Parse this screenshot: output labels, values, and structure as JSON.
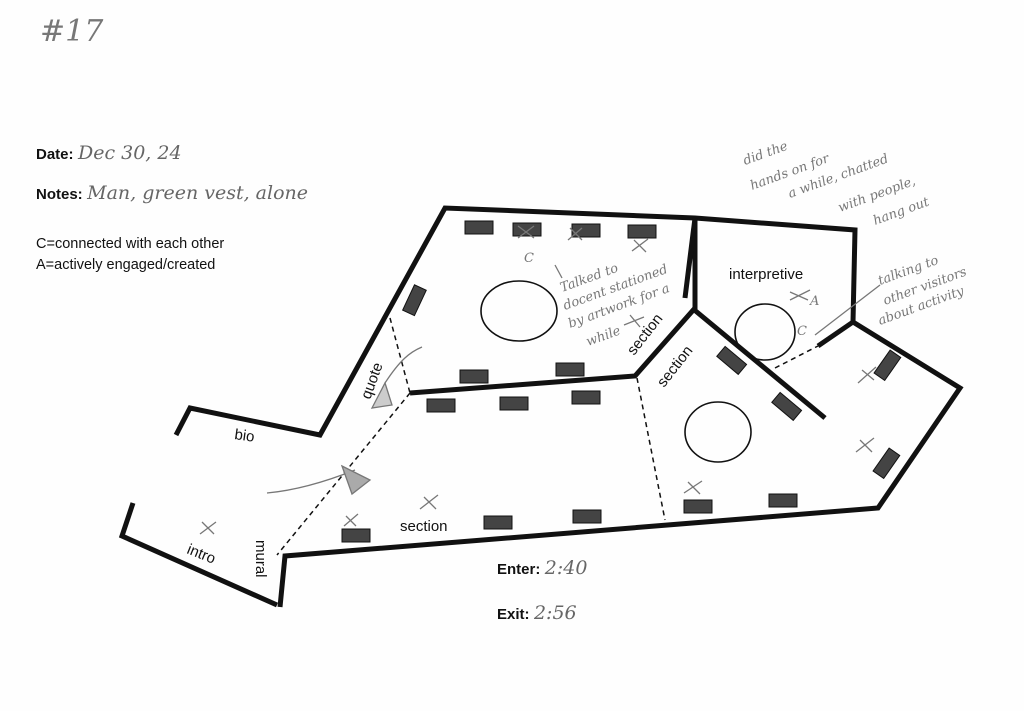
{
  "sheet_number": "#17",
  "date": {
    "label": "Date:",
    "value": "Dec 30, 24"
  },
  "notes": {
    "label": "Notes:",
    "value": "Man, green vest, alone"
  },
  "legend": [
    "C=connected with each other",
    "A=actively engaged/created"
  ],
  "rooms": {
    "bio": "bio",
    "intro": "intro",
    "mural": "mural",
    "quote": "quote",
    "section_bottom": "section",
    "section_mid": "section",
    "section_mid2": "section",
    "interpretive": "interpretive"
  },
  "annotations": {
    "top_right": [
      "did the",
      "hands on for",
      "a while, chatted",
      "with people,",
      "hang out"
    ],
    "interpretive_note": [
      "talking to",
      "other visitors",
      "about activity"
    ],
    "docent_note": [
      "Talked to",
      "docent stationed",
      "by artwork for a",
      "while"
    ],
    "marks": [
      "C",
      "A",
      "C"
    ]
  },
  "enter": {
    "label": "Enter:",
    "value": "2:40"
  },
  "exit": {
    "label": "Exit:",
    "value": "2:56"
  }
}
